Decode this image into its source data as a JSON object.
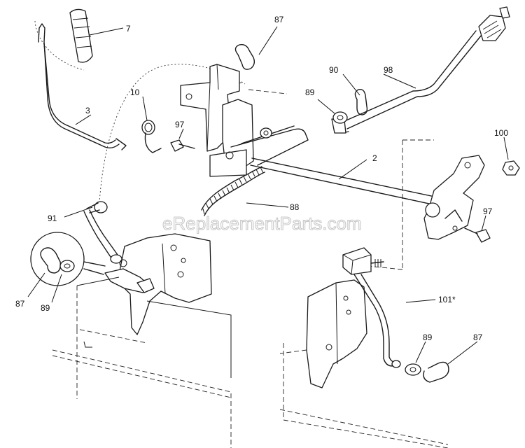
{
  "watermark": "eReplacementParts.com",
  "labels": {
    "l7": "7",
    "l87_top": "87",
    "l3": "3",
    "l10": "10",
    "l97_top": "97",
    "l90": "90",
    "l98": "98",
    "l89_top": "89",
    "l100": "100",
    "l2": "2",
    "l88": "88",
    "l91": "91",
    "l97_right": "97",
    "l87_left": "87",
    "l89_left": "89",
    "l101": "101*",
    "l89_bottom": "89",
    "l87_bottom": "87"
  }
}
